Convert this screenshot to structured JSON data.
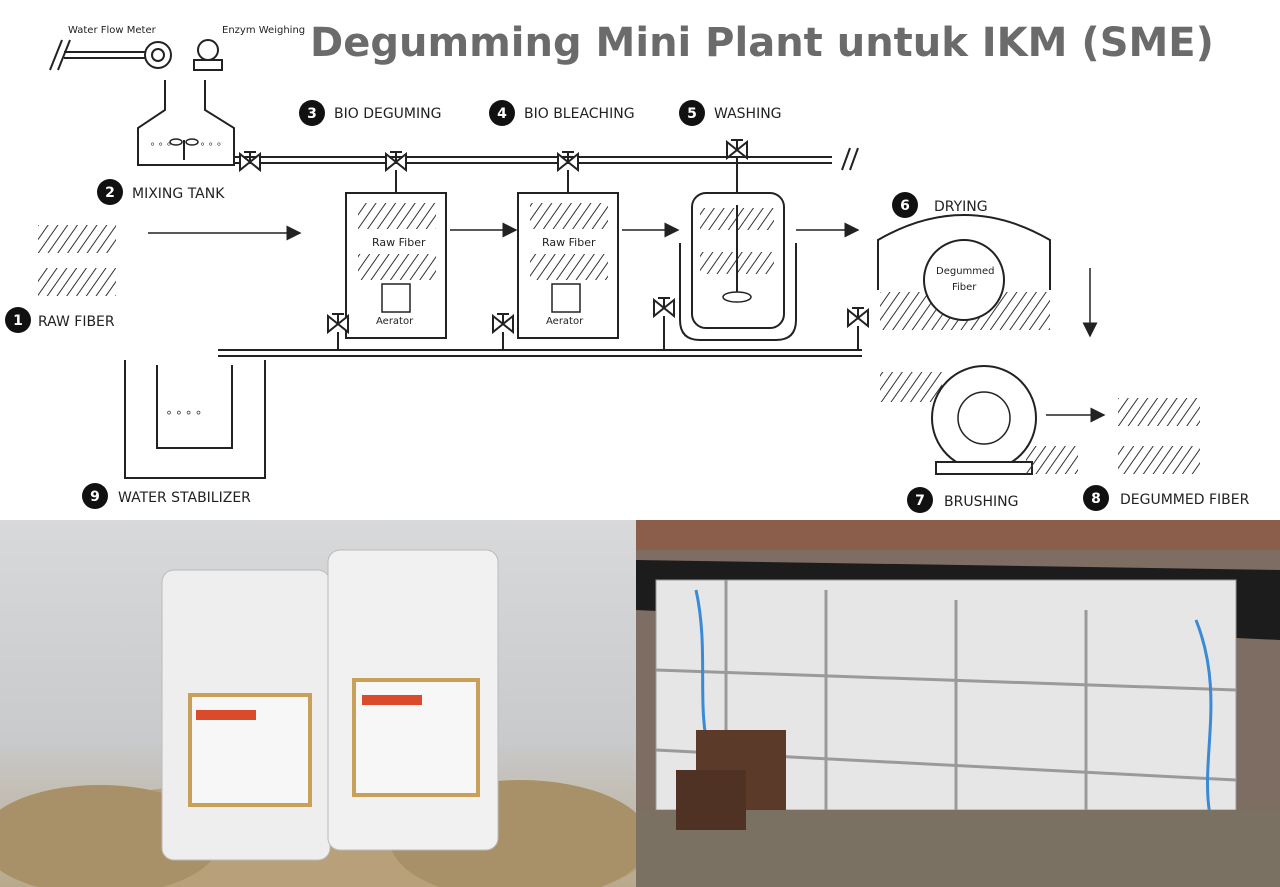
{
  "title": "Degumming Mini Plant untuk IKM (SME)",
  "meters": {
    "water_flow": "Water Flow Meter",
    "enzyme": "Enzym Weighing"
  },
  "steps": [
    {
      "num": "1",
      "label": "RAW FIBER"
    },
    {
      "num": "2",
      "label": "MIXING TANK"
    },
    {
      "num": "3",
      "label": "BIO DEGUMING"
    },
    {
      "num": "4",
      "label": "BIO BLEACHING"
    },
    {
      "num": "5",
      "label": "WASHING"
    },
    {
      "num": "6",
      "label": "DRYING"
    },
    {
      "num": "7",
      "label": "BRUSHING"
    },
    {
      "num": "8",
      "label": "DEGUMMED FIBER"
    },
    {
      "num": "9",
      "label": "WATER STABILIZER"
    }
  ],
  "tank_labels": {
    "raw_fiber": "Raw Fiber",
    "aerator": "Aerator",
    "degummed_fiber_1": "Degummed",
    "degummed_fiber_2": "Fiber"
  },
  "photos": {
    "left": "enzyme-packages-with-fiber-photo",
    "right": "ibc-tank-plant-photo"
  },
  "colors": {
    "title": "#6b6b6b",
    "ink": "#222222",
    "badge": "#111111"
  }
}
